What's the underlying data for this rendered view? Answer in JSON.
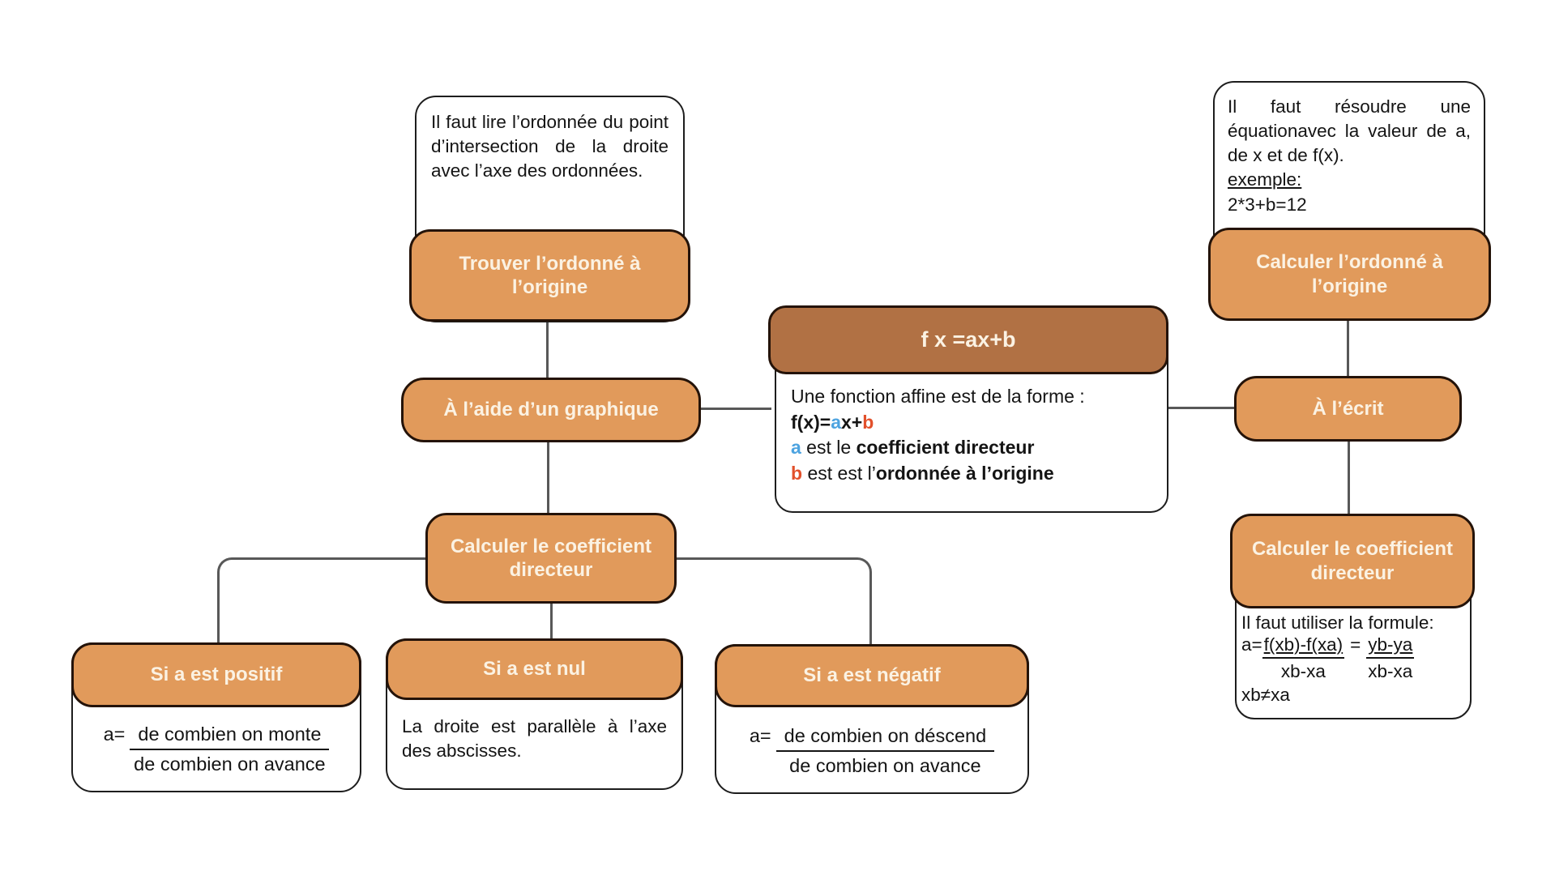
{
  "palette": {
    "node_orange": "#E19A5B",
    "node_brown": "#B17144",
    "node_text_cream": "#FBF2E3",
    "body_text": "#141414",
    "accent_blue": "#4DA3E0",
    "accent_red": "#E2502B",
    "connector_gray": "#585858",
    "background": "#FFFFFF"
  },
  "nodes": {
    "root": {
      "title": "f x =ax+b",
      "intro": "Une fonction affine est de la forme :",
      "formula": {
        "p1": "f(x)=",
        "a": "a",
        "p2": "x+",
        "b": "b"
      },
      "line_a": {
        "key": "a",
        "mid": " est le ",
        "bold": "coefficient directeur"
      },
      "line_b": {
        "key": "b",
        "mid": " est est l’",
        "bold": "ordonnée à l’origine"
      }
    },
    "graphique": {
      "label": "À l’aide d’un graphique"
    },
    "ecrit": {
      "label": "À l’écrit"
    },
    "trouver": {
      "note": "Il faut lire l’ordonnée du point d’intersection de la droite avec l’axe des ordonnées.",
      "label": "Trouver l’ordonné à l’origine"
    },
    "calc_ord": {
      "note": "Il faut résoudre une équationavec la valeur de a, de x et de f(x).",
      "example_label": "exemple:",
      "example": "2*3+b=12",
      "label": "Calculer l’ordonné à l’origine"
    },
    "coeff_graph": {
      "label": "Calculer le coefficient directeur"
    },
    "coeff_ecrit": {
      "label": "Calculer le coefficient directeur",
      "intro": "Il faut utiliser la formule:",
      "prefix": "a=",
      "frac1_num": "f(xb)-f(xa)",
      "frac1_den": "xb-xa",
      "equals": "=",
      "frac2_num": "yb-ya",
      "frac2_den": "xb-xa",
      "condition": "xb≠xa"
    },
    "positif": {
      "label": "Si a est positif",
      "prefix": "a=",
      "num": "de combien on monte",
      "den": "de combien on avance"
    },
    "nul": {
      "label": "Si a est nul",
      "note": "La droite est parallèle à l’axe des abscisses."
    },
    "negatif": {
      "label": "Si a est négatif",
      "prefix": "a=",
      "num": "de combien on déscend",
      "den": "de combien on avance"
    }
  }
}
